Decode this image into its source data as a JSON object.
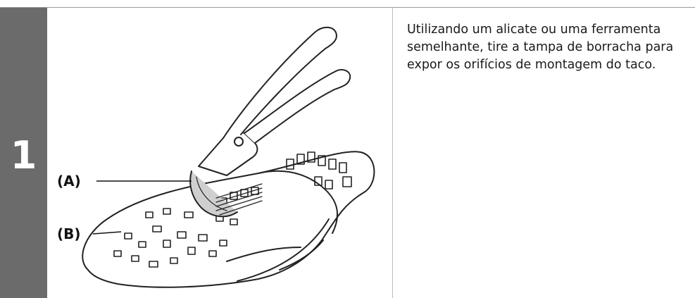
{
  "step": {
    "number": "1"
  },
  "figure": {
    "callout_a": "(A)",
    "callout_b": "(B)"
  },
  "instructions": {
    "text": "Utilizando um alicate ou uma ferramenta semelhante, tire a tampa de borracha para expor os orifícios de montagem do taco."
  },
  "colors": {
    "step_bar": "#6b6b6b",
    "rule": "#9a9a9a",
    "text": "#1a1a1a"
  }
}
